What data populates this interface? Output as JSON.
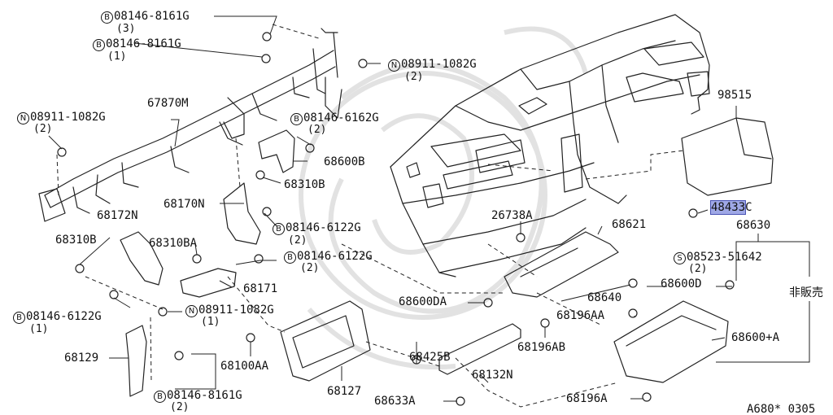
{
  "diagram": {
    "labels": {
      "b_08146_8161g_top": {
        "prefix": "B",
        "part": "08146-8161G",
        "qty": "(3)"
      },
      "b_08146_8161g_mid": {
        "prefix": "B",
        "part": "08146-8161G",
        "qty": "(1)"
      },
      "n_08911_1082g_top": {
        "prefix": "N",
        "part": "08911-1082G",
        "qty": "(2)"
      },
      "n_08911_1082g_left": {
        "prefix": "N",
        "part": "08911-1082G",
        "qty": "(2)"
      },
      "p67870m": "67870M",
      "b_08146_6162g": {
        "prefix": "B",
        "part": "08146-6162G",
        "qty": "(2)"
      },
      "p68600b": "68600B",
      "p68310b_r": "68310B",
      "p68170n": "68170N",
      "p68172n": "68172N",
      "b_08146_6122g_a": {
        "prefix": "B",
        "part": "08146-6122G",
        "qty": "(2)"
      },
      "p68310b_l": "68310B",
      "p68310ba": "68310BA",
      "b_08146_6122g_b": {
        "prefix": "B",
        "part": "08146-6122G",
        "qty": "(2)"
      },
      "p68171": "68171",
      "b_08146_6122g_c": {
        "prefix": "B",
        "part": "08146-6122G",
        "qty": "(1)"
      },
      "n_08911_1082g_low": {
        "prefix": "N",
        "part": "08911-1082G",
        "qty": "(1)"
      },
      "p68129": "68129",
      "p68100aa": "68100AA",
      "b_08146_8161g_low": {
        "prefix": "B",
        "part": "08146-8161G",
        "qty": "(2)"
      },
      "p68127": "68127",
      "p68425b": "68425B",
      "p68132n": "68132N",
      "p68633a": "68633A",
      "p26738a": "26738A",
      "p68621": "68621",
      "p68600da": "68600DA",
      "p98515": "98515",
      "p48433c_hl": "48433",
      "p48433c_tail": "C",
      "p68630": "68630",
      "s_08523_51642": {
        "prefix": "S",
        "part": "08523-51642",
        "qty": "(2)"
      },
      "p68600d": "68600D",
      "p68640": "68640",
      "p68196aa": "68196AA",
      "p68196ab": "68196AB",
      "p68600a": "68600+A",
      "p68196a": "68196A",
      "not_for_sale": "非販売",
      "ref_code": "A680* 0305"
    },
    "colors": {
      "line": "#222222",
      "highlight": "#9fa8e6",
      "watermark": "#dcdcdc"
    }
  }
}
